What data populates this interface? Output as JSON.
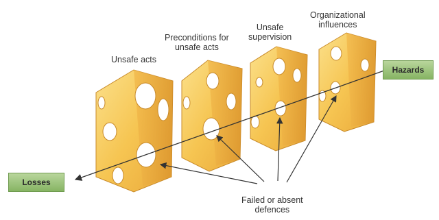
{
  "labels": {
    "unsafe_acts": "Unsafe acts",
    "preconditions_line1": "Preconditions for",
    "preconditions_line2": "unsafe acts",
    "supervision_line1": "Unsafe",
    "supervision_line2": "supervision",
    "organizational_line1": "Organizational",
    "organizational_line2": "influences",
    "failed_line1": "Failed or absent",
    "failed_line2": "defences"
  },
  "boxes": {
    "hazards": "Hazards",
    "losses": "Losses"
  },
  "colors": {
    "cheese_face": "#f7c95a",
    "cheese_side": "#e8a63a",
    "hole": "#ffffff",
    "box": "#9cc47a",
    "arrow": "#333333"
  }
}
